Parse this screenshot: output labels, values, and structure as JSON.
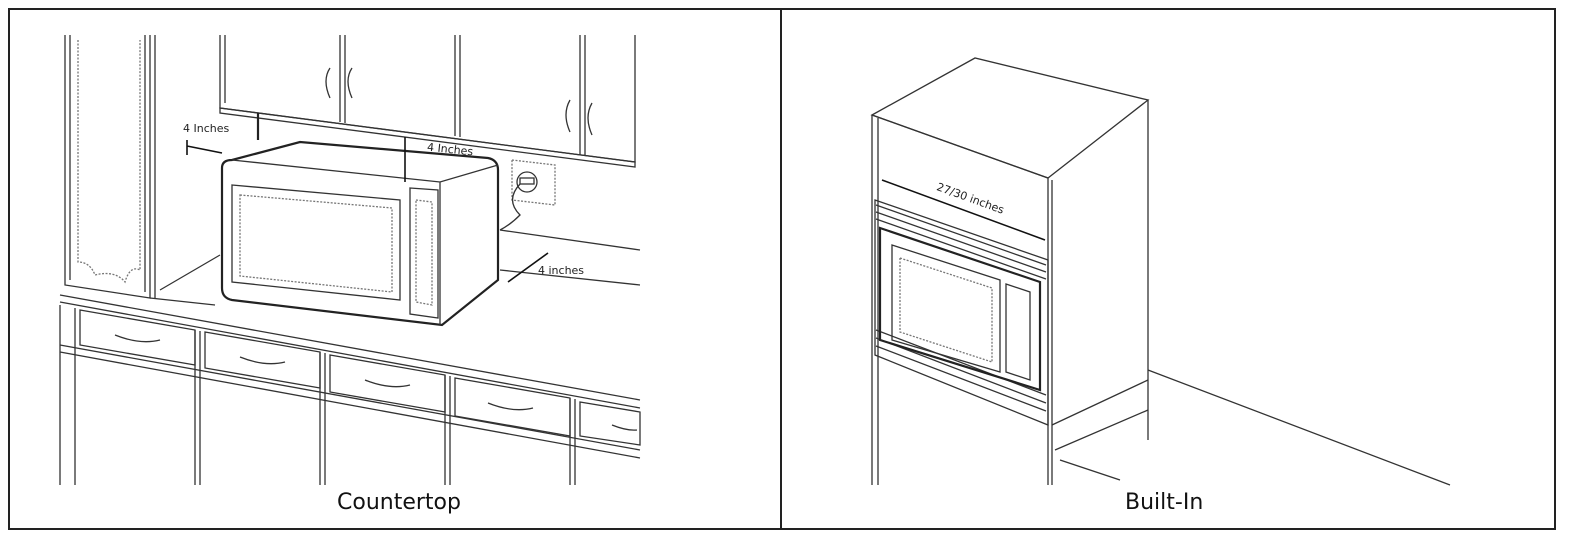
{
  "panels": [
    {
      "caption": "Countertop",
      "dimensions": {
        "side": "4 Inches",
        "top": "4 Inches",
        "back": "4 inches"
      }
    },
    {
      "caption": "Built-In",
      "dimensions": {
        "width": "27/30 inches"
      }
    }
  ]
}
